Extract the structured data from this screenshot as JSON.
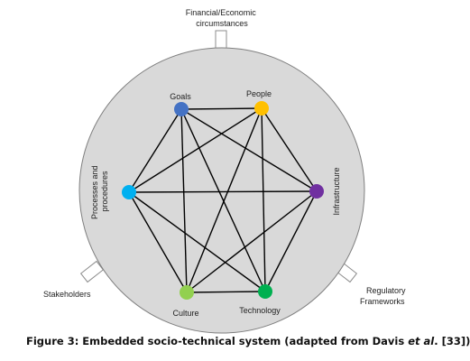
{
  "diagram": {
    "external": {
      "top": [
        "Financial/Economic",
        "circumstances"
      ],
      "left": "Stakeholders",
      "right": [
        "Regulatory",
        "Frameworks"
      ]
    },
    "nodes": [
      {
        "id": "goals",
        "label": "Goals",
        "color": "#4472C4"
      },
      {
        "id": "people",
        "label": "People",
        "color": "#FFC000"
      },
      {
        "id": "infrastructure",
        "label": "Infrastructure",
        "color": "#7030A0"
      },
      {
        "id": "technology",
        "label": "Technology",
        "color": "#00B050"
      },
      {
        "id": "culture",
        "label": "Culture",
        "color": "#92D050"
      },
      {
        "id": "processes",
        "label": [
          "Processes and",
          "procedures"
        ],
        "color": "#00B0F0"
      }
    ],
    "edges": [
      [
        "goals",
        "people"
      ],
      [
        "goals",
        "infrastructure"
      ],
      [
        "goals",
        "technology"
      ],
      [
        "goals",
        "culture"
      ],
      [
        "goals",
        "processes"
      ],
      [
        "people",
        "infrastructure"
      ],
      [
        "people",
        "technology"
      ],
      [
        "people",
        "culture"
      ],
      [
        "people",
        "processes"
      ],
      [
        "infrastructure",
        "technology"
      ],
      [
        "infrastructure",
        "culture"
      ],
      [
        "infrastructure",
        "processes"
      ],
      [
        "technology",
        "culture"
      ],
      [
        "technology",
        "processes"
      ],
      [
        "culture",
        "processes"
      ]
    ]
  },
  "caption": {
    "prefix": "Figure 3: Embedded socio-technical system (adapted from Davis ",
    "italic": "et al",
    "suffix": ". [33])"
  }
}
